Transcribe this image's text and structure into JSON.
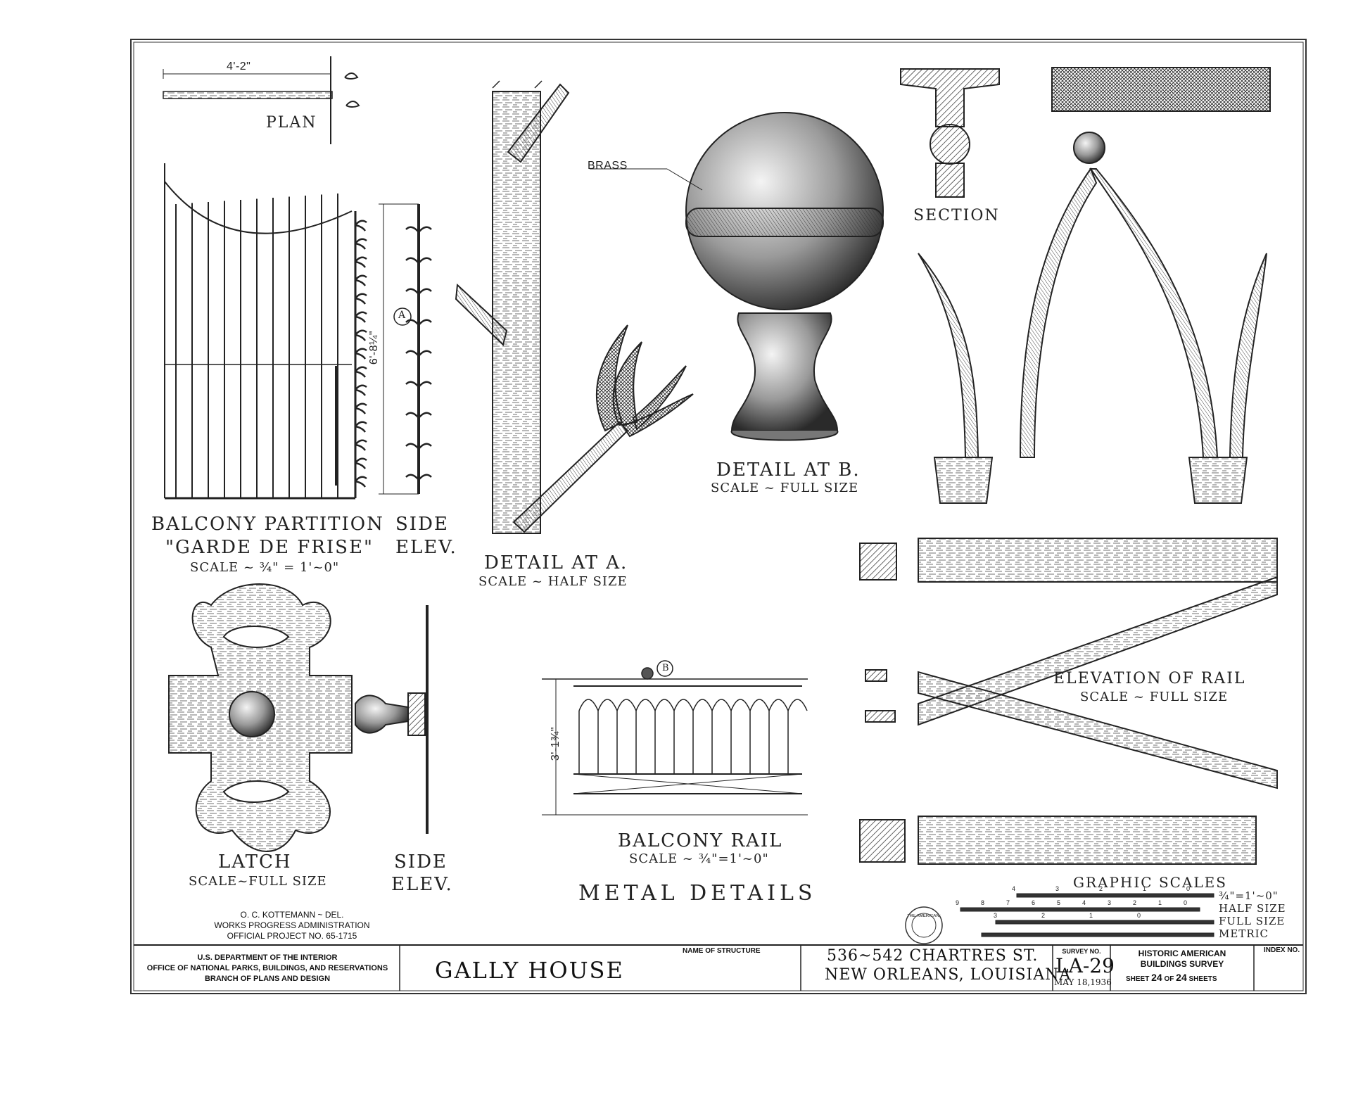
{
  "labels": {
    "plan": "PLAN",
    "dim_width": "4'-2\"",
    "dim_height": "6'-8¼\"",
    "marker_a": "A",
    "marker_b": "B",
    "balcony_partition": "BALCONY PARTITION",
    "garde_de_frise": "\"GARDE DE FRISE\"",
    "scale_34": "SCALE ~ ¾\" = 1'~0\"",
    "side_elev_1": "SIDE",
    "side_elev_2": "ELEV.",
    "brass": "BRASS",
    "detail_a": "DETAIL AT A.",
    "scale_half": "SCALE ~ HALF SIZE",
    "detail_b": "DETAIL AT B.",
    "scale_full": "SCALE ~ FULL SIZE",
    "section": "SECTION",
    "elevation_rail": "ELEVATION OF RAIL",
    "scale_full_2": "SCALE ~ FULL SIZE",
    "latch": "LATCH",
    "scale_full_3": "SCALE~FULL SIZE",
    "side_elev_3": "SIDE",
    "side_elev_4": "ELEV.",
    "balcony_rail": "BALCONY RAIL",
    "scale_34_2": "SCALE ~ ¾\"=1'~0\"",
    "rail_height": "3'-1¾\"",
    "metal_details": "METAL DETAILS",
    "graphic_scales": "GRAPHIC SCALES",
    "gs_1": "¾\"=1'~0\"",
    "gs_2": "HALF SIZE",
    "gs_3": "FULL SIZE",
    "gs_4": "METRIC",
    "gs_row2": [
      "9",
      "8",
      "7",
      "6",
      "5",
      "4",
      "3",
      "2",
      "1",
      "0"
    ],
    "gs_row1": [
      "4",
      "3",
      "2",
      "1",
      "0"
    ],
    "gs_row3": [
      "3",
      "2",
      "1",
      "0"
    ]
  },
  "credits": {
    "line1": "O. C. KOTTEMANN ~ DEL.",
    "line2": "WORKS PROGRESS ADMINISTRATION",
    "line3": "OFFICIAL PROJECT NO. 65-1715"
  },
  "seal": "THE AMERICAN INSTITUTE OF ARCHITECTS",
  "title_block": {
    "dept1": "U.S. DEPARTMENT OF THE INTERIOR",
    "dept2": "OFFICE OF NATIONAL PARKS, BUILDINGS, AND RESERVATIONS",
    "dept3": "BRANCH OF PLANS AND DESIGN",
    "name_label": "NAME OF STRUCTURE",
    "structure_name": "GALLY HOUSE",
    "address1": "536~542 CHARTRES ST.",
    "address2": "NEW ORLEANS, LOUISIANA",
    "survey_label": "SURVEY NO.",
    "survey_no": "LA-29",
    "date": "MAY 18,1936",
    "habs1": "HISTORIC AMERICAN",
    "habs2": "BUILDINGS SURVEY",
    "sheet_prefix": "SHEET",
    "sheet_num": "24",
    "sheet_of": "OF",
    "sheet_total": "24",
    "sheet_suffix": "SHEETS",
    "index_label": "INDEX NO."
  }
}
